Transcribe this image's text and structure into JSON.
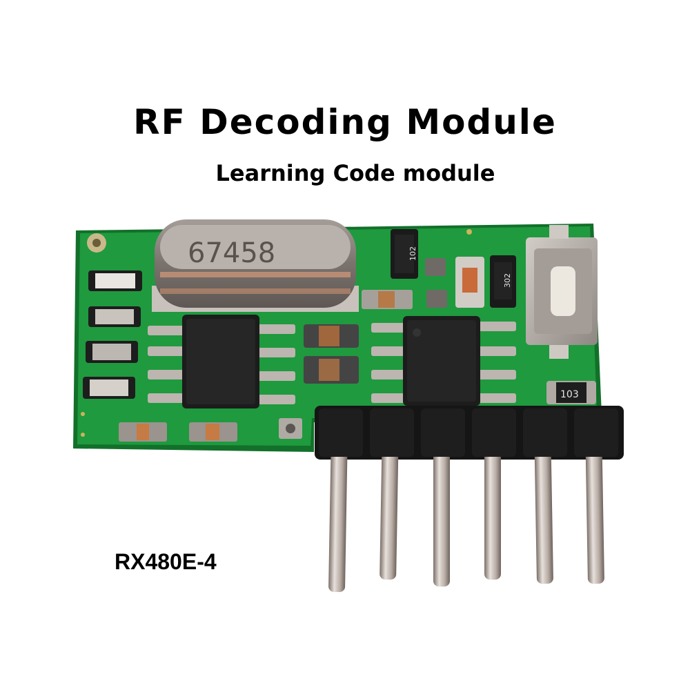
{
  "title": "RF Decoding Module",
  "subtitle": "Learning Code module",
  "model": "RX480E-4",
  "components": {
    "crystal_marking": "67458",
    "resistor_1": "102",
    "resistor_2": "302",
    "resistor_3": "103"
  },
  "colors": {
    "pcb": "#1f9a3e",
    "pcb_edge": "#12702a",
    "chip": "#1c1c1c",
    "metal": "#b9b2ad",
    "header": "#161616"
  }
}
